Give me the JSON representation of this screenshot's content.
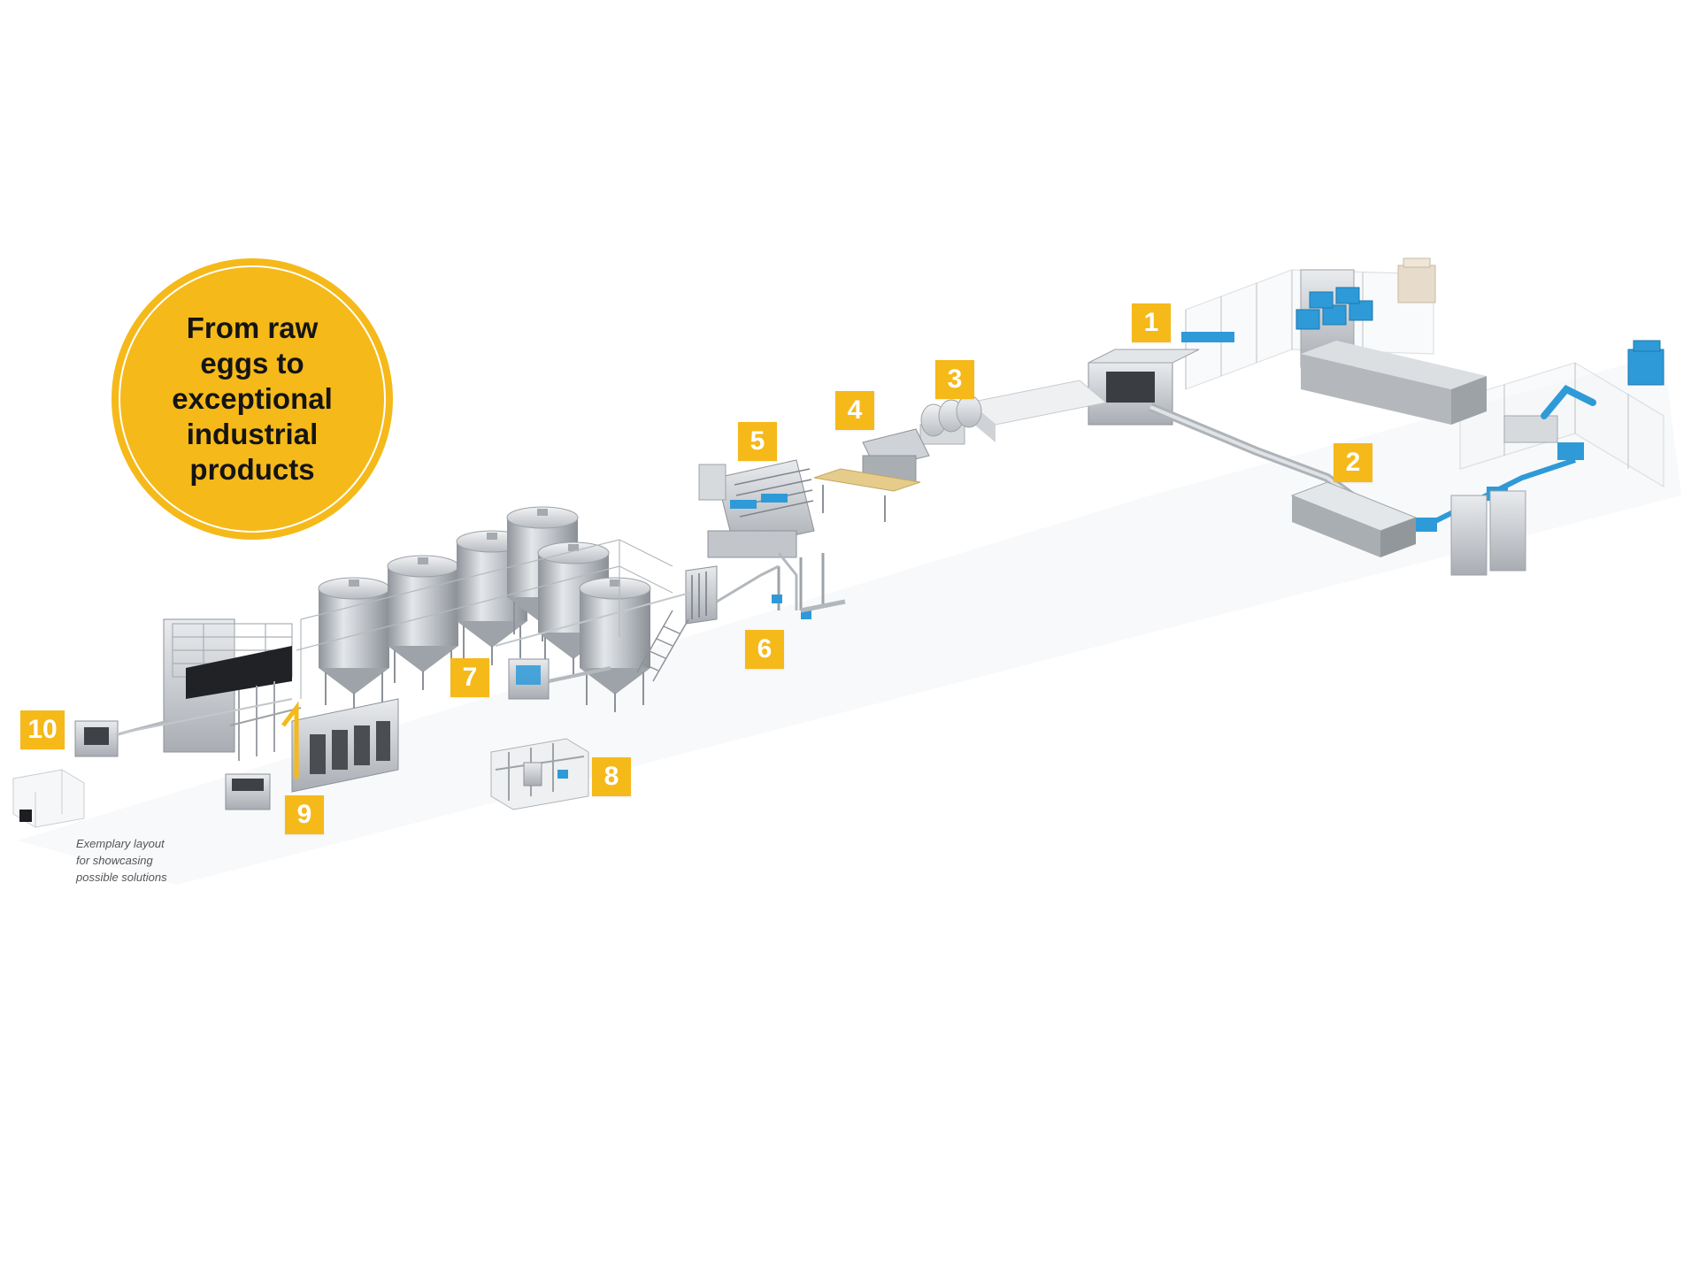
{
  "headline": {
    "lines": [
      "From raw",
      "eggs to",
      "exceptional",
      "industrial",
      "products"
    ]
  },
  "caption": {
    "lines": [
      "Exemplary layout",
      "for showcasing",
      "possible solutions"
    ]
  },
  "stations": [
    {
      "label": "1"
    },
    {
      "label": "2"
    },
    {
      "label": "3"
    },
    {
      "label": "4"
    },
    {
      "label": "5"
    },
    {
      "label": "6"
    },
    {
      "label": "7"
    },
    {
      "label": "8"
    },
    {
      "label": "9"
    },
    {
      "label": "10"
    }
  ],
  "colors": {
    "accent": "#F5B91A",
    "machine_steel": "#B9BDC2",
    "conveyor_blue": "#2E9AD8",
    "text_dark": "#141414"
  }
}
